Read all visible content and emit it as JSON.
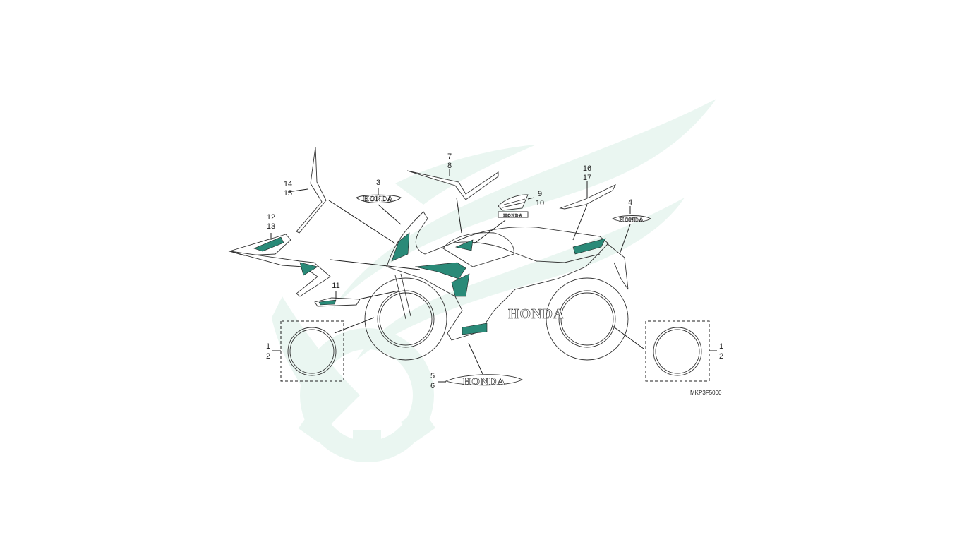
{
  "diagram": {
    "code": "MKP3F5000",
    "colors": {
      "accent": "#2a8a78",
      "watermark": "#eaf6f1",
      "line": "#1f1f1f"
    },
    "callouts": [
      {
        "id": "c1a",
        "text": "1"
      },
      {
        "id": "c2a",
        "text": "2"
      },
      {
        "id": "c1b",
        "text": "1"
      },
      {
        "id": "c2b",
        "text": "2"
      },
      {
        "id": "c3",
        "text": "3"
      },
      {
        "id": "c4",
        "text": "4"
      },
      {
        "id": "c5",
        "text": "5"
      },
      {
        "id": "c6",
        "text": "6"
      },
      {
        "id": "c7",
        "text": "7"
      },
      {
        "id": "c8",
        "text": "8"
      },
      {
        "id": "c9",
        "text": "9"
      },
      {
        "id": "c10",
        "text": "10"
      },
      {
        "id": "c11",
        "text": "11"
      },
      {
        "id": "c12",
        "text": "12"
      },
      {
        "id": "c13",
        "text": "13"
      },
      {
        "id": "c14",
        "text": "14"
      },
      {
        "id": "c15",
        "text": "15"
      },
      {
        "id": "c16",
        "text": "16"
      },
      {
        "id": "c17",
        "text": "17"
      }
    ],
    "emblems": {
      "tank_emblem": "HONDA",
      "tail_emblem": "HONDA",
      "lower_emblem": "HONDA",
      "side_wordmark": "HONDA"
    }
  }
}
